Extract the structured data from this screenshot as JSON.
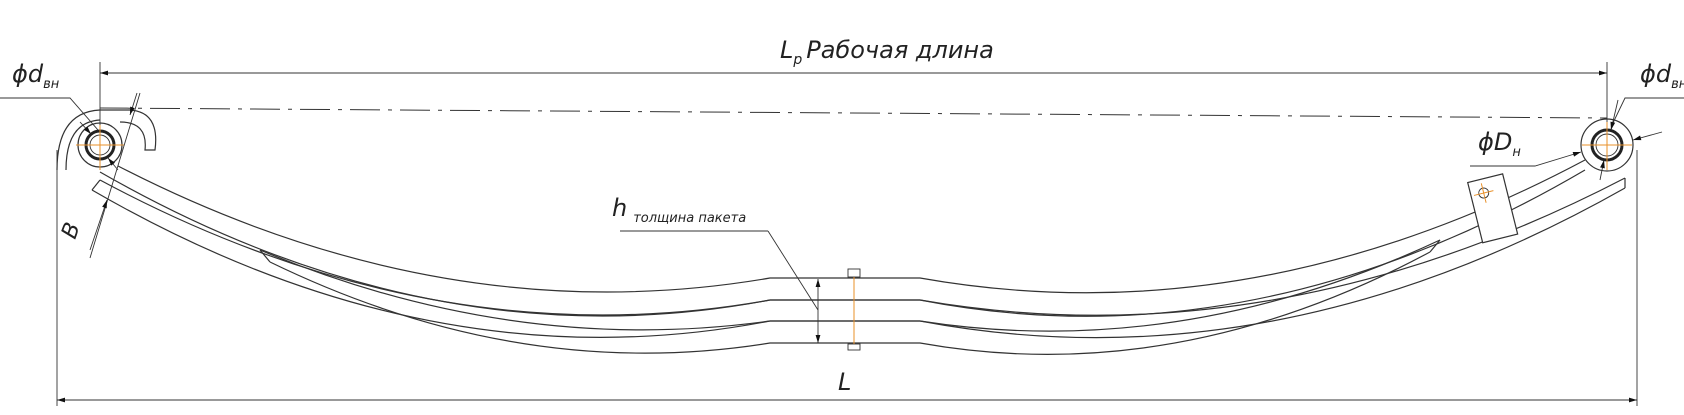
{
  "title": {
    "main": "L",
    "sub": "p",
    "text": "Рабочая длина"
  },
  "overall_length": {
    "label": "L"
  },
  "pack_thickness": {
    "main": "h",
    "text": "толщина пакета"
  },
  "width": {
    "label": "B"
  },
  "inner_diameter_left": {
    "symbol": "ϕd",
    "sub": "вн"
  },
  "inner_diameter_right": {
    "symbol": "ϕd",
    "sub": "вн"
  },
  "outer_diameter": {
    "symbol": "ϕD",
    "sub": "н"
  }
}
